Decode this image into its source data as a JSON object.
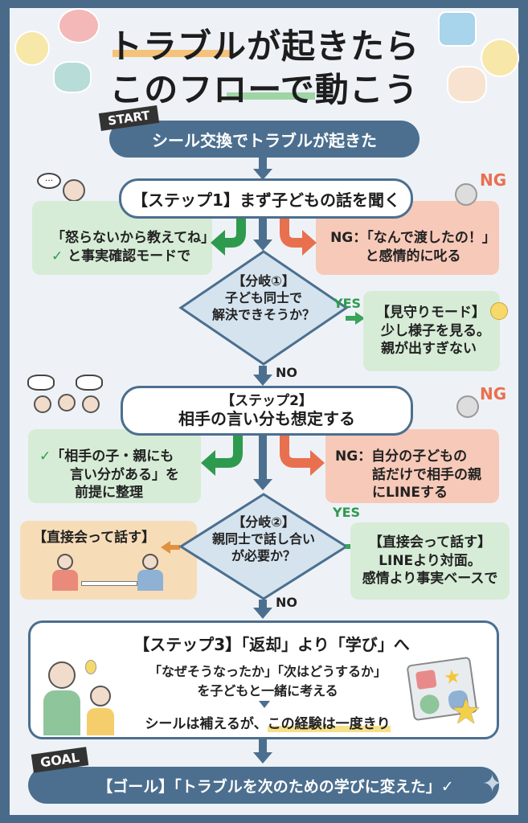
{
  "title": {
    "line1": "トラブルが起きたら",
    "line2": "このフローで動こう"
  },
  "start": {
    "tag": "START",
    "label": "シール交換でトラブルが起きた"
  },
  "step1": {
    "label": "【ステップ1】まず子どもの話を聞く",
    "good": [
      "「怒らないから教えてね」",
      "と事実確認モードで"
    ],
    "ng_tag": "NG",
    "bad": [
      "NG：「なんで渡したの！」",
      "と感情的に叱る"
    ]
  },
  "branch1": {
    "lines": [
      "【分岐①】",
      "子ども同士で",
      "解決できそうか？"
    ],
    "yes": "YES",
    "no": "NO",
    "yes_box": [
      "【見守りモード】",
      "少し様子を見る。",
      "親が出すぎない"
    ]
  },
  "step2": {
    "lines": [
      "【ステップ2】",
      "相手の言い分も想定する"
    ],
    "good": [
      "「相手の子・親にも",
      "言い分がある」を",
      "前提に整理"
    ],
    "ng_tag": "NG",
    "bad": [
      "NG：自分の子どもの",
      "話だけで相手の親",
      "にLINEする"
    ]
  },
  "branch2": {
    "lines": [
      "【分岐②】",
      "親同士で話し合い",
      "が必要か？"
    ],
    "yes": "YES",
    "no": "NO",
    "left_box": "【直接会って話す】",
    "yes_box": [
      "【直接会って話す】",
      "LINEより対面。",
      "感情より事実ベースで"
    ]
  },
  "step3": {
    "title": "【ステップ3】「返却」より「学び」へ",
    "line1": "「なぜそうなったか」「次はどうするか」",
    "line2": "を子どもと一緒に考える",
    "line3a": "シールは補えるが、",
    "line3b": "この経験は一度きり"
  },
  "goal": {
    "tag": "GOAL",
    "label": "【ゴール】「トラブルを次のための学びに変えた」✓"
  },
  "colors": {
    "frame": "#4a6a8a",
    "accent_blue": "#4c6f8f",
    "good": "#2e9a4e",
    "bad": "#e8704f",
    "yes_arrow": "#3aa35a",
    "left_arrow": "#e0913f"
  }
}
